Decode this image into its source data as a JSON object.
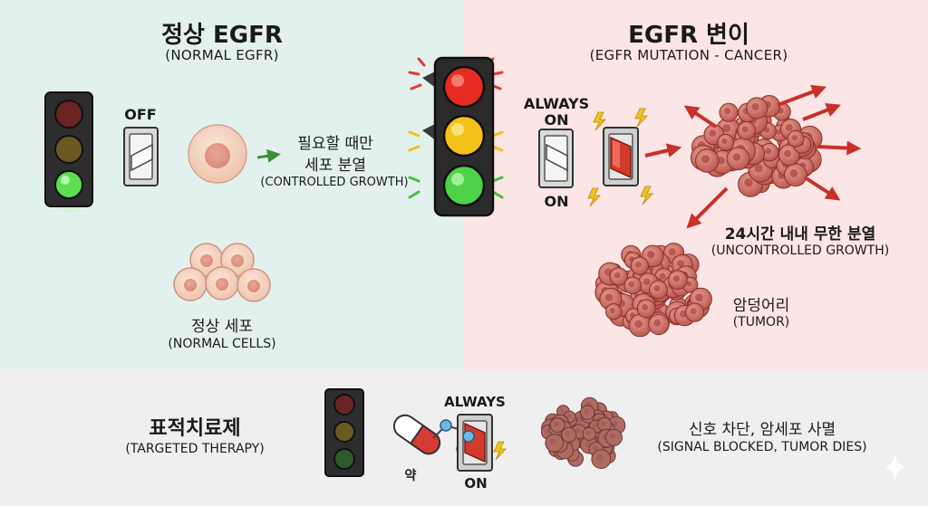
{
  "normal": {
    "title": "정상 EGFR",
    "subtitle": "(NORMAL EGFR)",
    "switch_label": "OFF",
    "division_kr_line1": "필요할 때만",
    "division_kr_line2": "세포 분열",
    "division_en": "(CONTROLLED GROWTH)",
    "cells_kr": "정상 세포",
    "cells_en": "(NORMAL CELLS)"
  },
  "mutation": {
    "title": "EGFR 변이",
    "subtitle": "(EGFR MUTATION - CANCER)",
    "switch_top_line1": "ALWAYS",
    "switch_top_line2": "ON",
    "switch_bottom": "ON",
    "growth_kr": "24시간 내내 무한 분열",
    "growth_en": "(UNCONTROLLED GROWTH)",
    "tumor_kr": "암덩어리",
    "tumor_en": "(TUMOR)"
  },
  "therapy": {
    "title": "표적치료제",
    "subtitle": "(TARGETED THERAPY)",
    "drug_label": "약",
    "switch_top": "ALWAYS",
    "switch_bottom": "ON",
    "result_kr": "신호 차단, 암세포 사멸",
    "result_en": "(SIGNAL BLOCKED, TUMOR DIES)"
  },
  "colors": {
    "normal_bg": "#e3f1ee",
    "mutation_bg": "#fbe5e5",
    "therapy_bg": "#efefef",
    "light_red": "#e52b22",
    "light_yellow": "#f2c21a",
    "light_green": "#4fd14a",
    "switch_red": "#d23b2c",
    "tumor": "#c9685f",
    "arrow_red": "#c8302a",
    "normal_cell": "#f5d3c2"
  },
  "icons": [
    "traffic-light-icon",
    "toggle-switch-icon",
    "cell-icon",
    "tumor-icon",
    "pill-capsule-icon",
    "lightning-icon",
    "arrow-icon",
    "sparkle-icon"
  ]
}
